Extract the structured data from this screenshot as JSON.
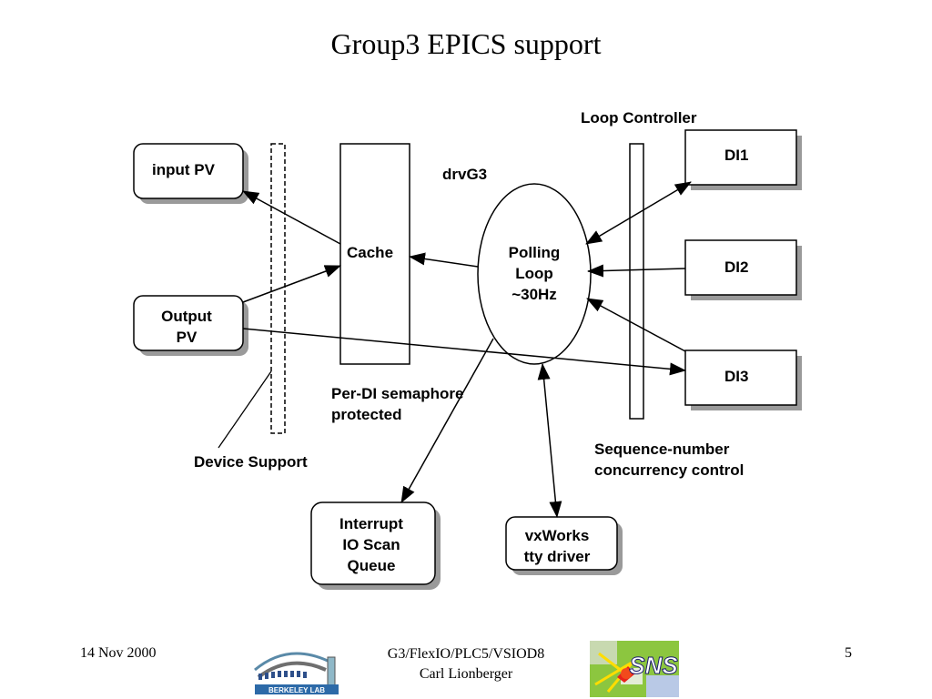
{
  "title": "Group3 EPICS support",
  "diagram": {
    "input_pv": "input PV",
    "output_pv": "Output\nPV",
    "cache": "Cache",
    "drv": "drvG3",
    "polling_loop": "Polling\nLoop\n~30Hz",
    "loop_controller": "Loop Controller",
    "di1": "DI1",
    "di2": "DI2",
    "di3": "DI3",
    "per_di": "Per-DI semaphore\nprotected",
    "device_support": "Device Support",
    "sequence": "Sequence-number\nconcurrency control",
    "interrupt": "Interrupt\nIO Scan\nQueue",
    "vxworks": "vxWorks\ntty driver"
  },
  "footer": {
    "date": "14 Nov 2000",
    "center_line1": "G3/FlexIO/PLC5/VSIOD8",
    "center_line2": "Carl Lionberger",
    "page": "5",
    "logo_left_text": "BERKELEY LAB",
    "logo_right_text": "SNS"
  }
}
